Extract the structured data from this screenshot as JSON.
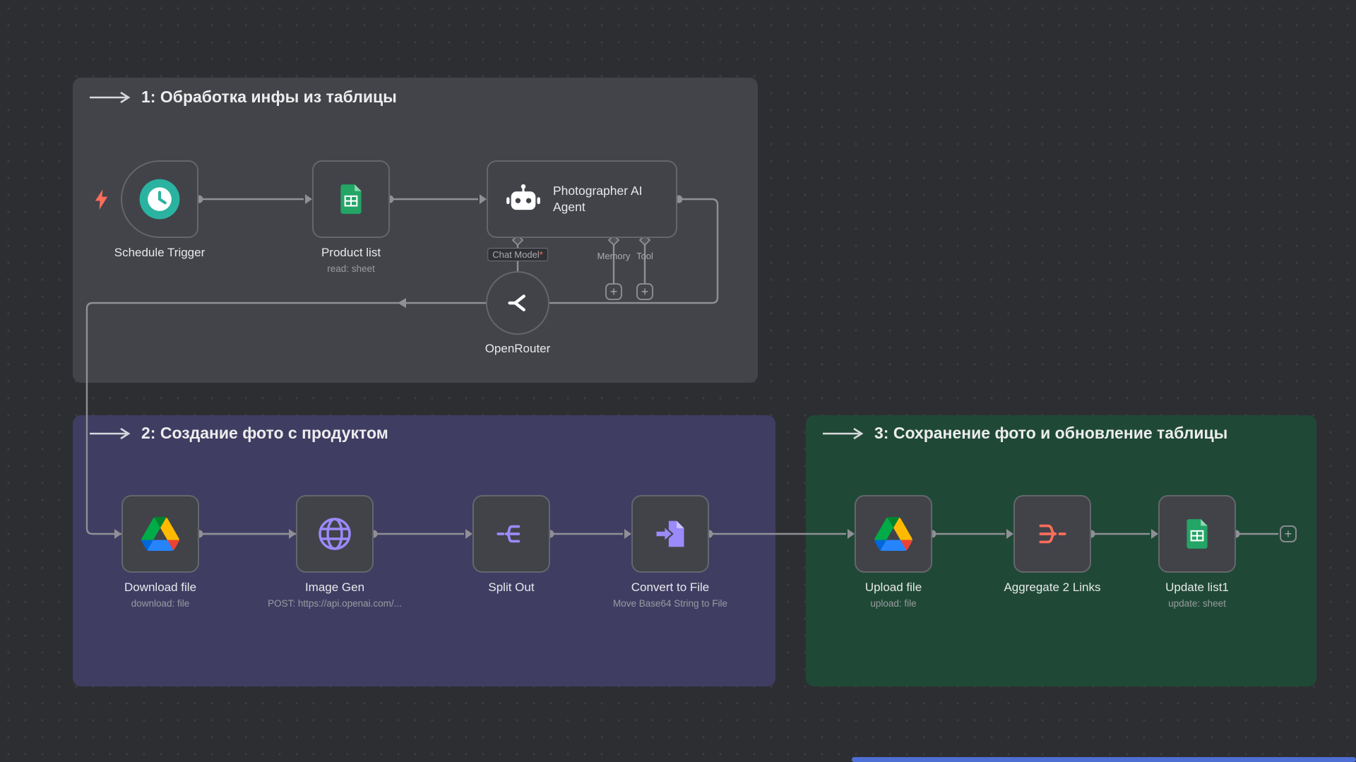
{
  "groups": [
    {
      "title": "1: Обработка инфы из таблицы",
      "color": "#434449"
    },
    {
      "title": "2: Создание фото с продуктом",
      "color": "#403d63"
    },
    {
      "title": "3: Сохранение фото и обновление таблицы",
      "color": "#1f4936"
    }
  ],
  "nodes": {
    "schedule_trigger": {
      "label": "Schedule Trigger",
      "icon": "clock-icon"
    },
    "product_list": {
      "label": "Product list",
      "subtitle": "read: sheet",
      "icon": "google-sheets-icon"
    },
    "ai_agent": {
      "label": "Photographer AI Agent",
      "icon": "robot-icon"
    },
    "openrouter": {
      "label": "OpenRouter",
      "icon": "openrouter-icon"
    },
    "download_file": {
      "label": "Download file",
      "subtitle": "download: file",
      "icon": "google-drive-icon"
    },
    "image_gen": {
      "label": "Image Gen",
      "subtitle": "POST: https://api.openai.com/...",
      "icon": "globe-icon"
    },
    "split_out": {
      "label": "Split Out",
      "icon": "split-icon"
    },
    "convert_to_file": {
      "label": "Convert to File",
      "subtitle": "Move Base64 String to File",
      "icon": "file-arrow-icon"
    },
    "upload_file": {
      "label": "Upload file",
      "subtitle": "upload: file",
      "icon": "google-drive-icon"
    },
    "aggregate": {
      "label": "Aggregate 2 Links",
      "icon": "aggregate-icon"
    },
    "update_list": {
      "label": "Update list1",
      "subtitle": "update: sheet",
      "icon": "google-sheets-icon"
    }
  },
  "ports": {
    "chat_model": {
      "label": "Chat Model",
      "required_marker": "*"
    },
    "memory": {
      "label": "Memory"
    },
    "tool": {
      "label": "Tool"
    }
  },
  "ui": {
    "plus_glyph": "+"
  },
  "colors": {
    "canvas_bg": "#2d2e32",
    "group1_bg": "#434449",
    "group2_bg": "#403d63",
    "group3_bg": "#1f4936",
    "node_bg": "#414349",
    "node_border": "#65666c",
    "connector": "#8f9095",
    "accent_teal": "#2ab3a0",
    "sheets_green": "#23a566",
    "accent_purple": "#9b8afb",
    "accent_coral": "#ff6d5a",
    "drive_yellow": "#ffba00",
    "drive_green": "#00ac47",
    "drive_blue": "#2684fc",
    "scrollbar_blue": "#4e6fd4"
  }
}
